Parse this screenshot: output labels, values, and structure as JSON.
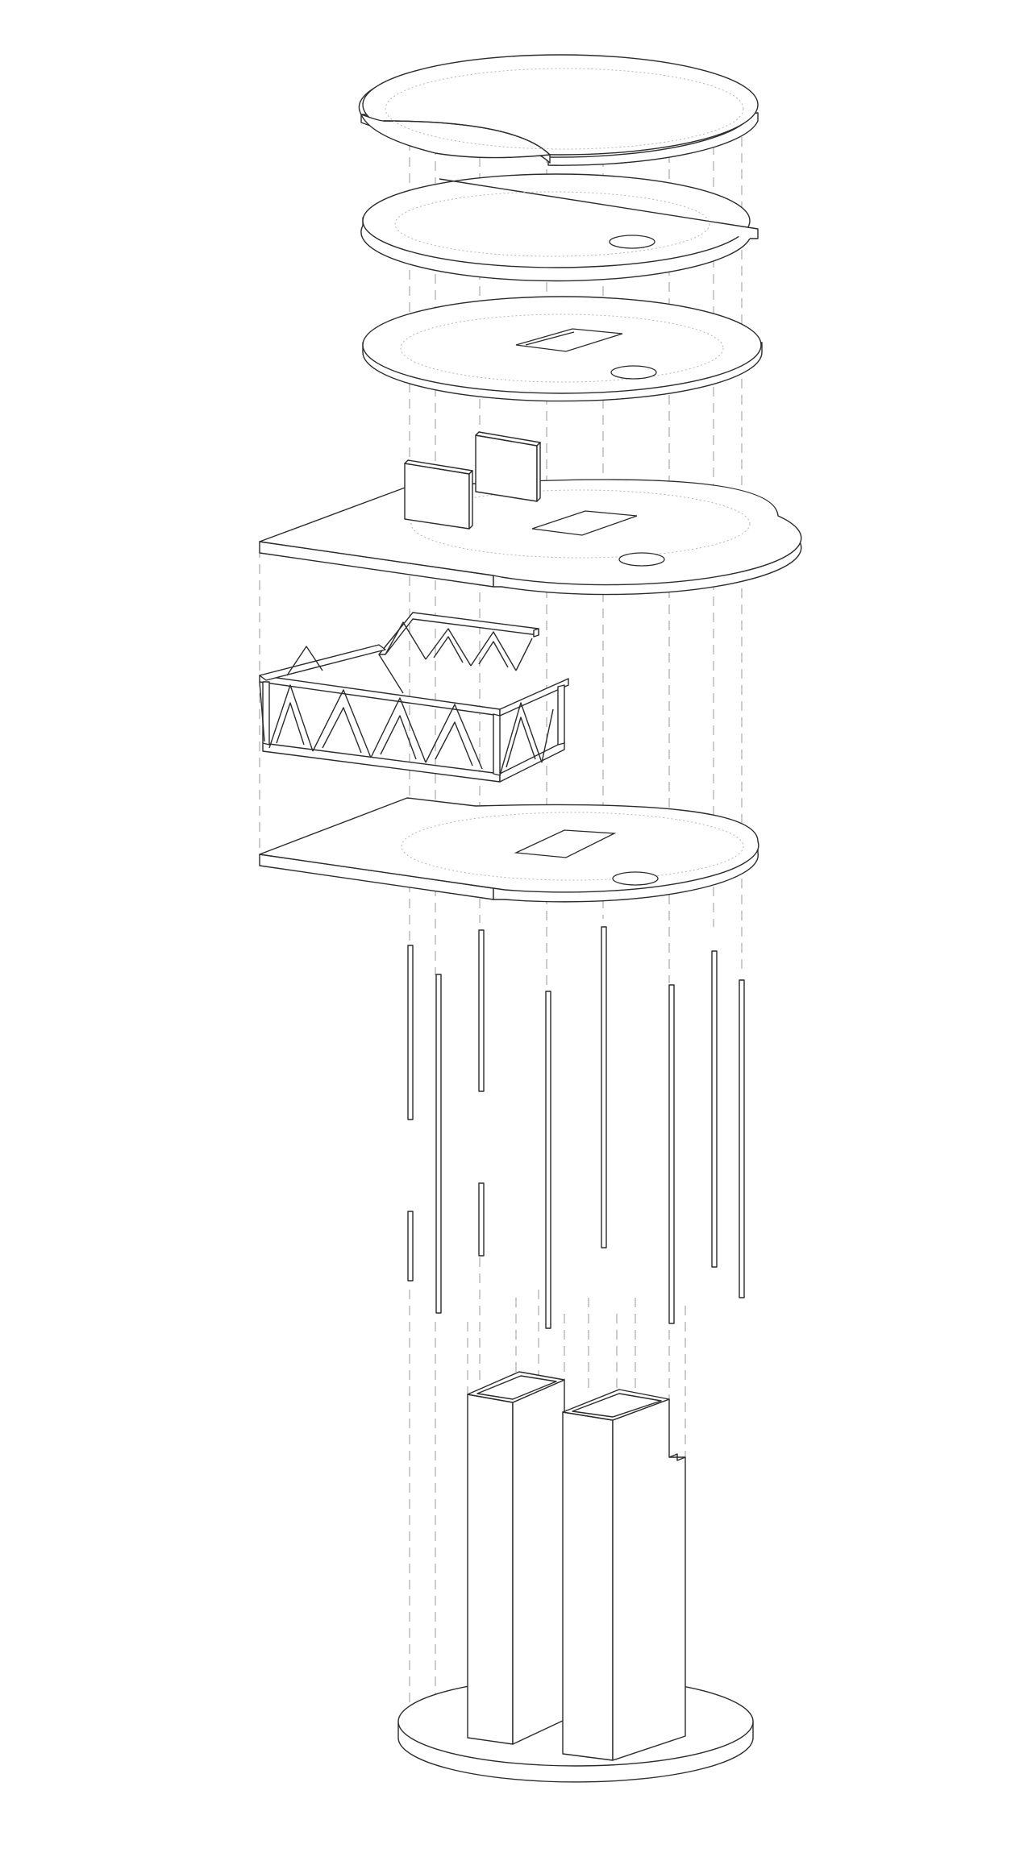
{
  "diagram": {
    "type": "exploded-axonometric",
    "background": "#ffffff",
    "line_color": "#2b2b2b",
    "guide_color": "#9a9a9a",
    "components": [
      {
        "id": "roof-disc",
        "kind": "circular slab with notch"
      },
      {
        "id": "upper-floor-disc",
        "kind": "circular slab with round opening"
      },
      {
        "id": "middle-floor-disc",
        "kind": "circular slab with stair opening and round opening"
      },
      {
        "id": "cantilever-floor",
        "kind": "circular slab with cantilever deck and wall panels"
      },
      {
        "id": "truss",
        "kind": "steel truss frame"
      },
      {
        "id": "base-floor",
        "kind": "circular slab with cantilever deck"
      },
      {
        "id": "columns",
        "kind": "slender vertical columns",
        "count": 10
      },
      {
        "id": "core-towers",
        "kind": "hollow rectangular cores",
        "count": 2
      },
      {
        "id": "foundation-disc",
        "kind": "circular base plate"
      }
    ]
  }
}
